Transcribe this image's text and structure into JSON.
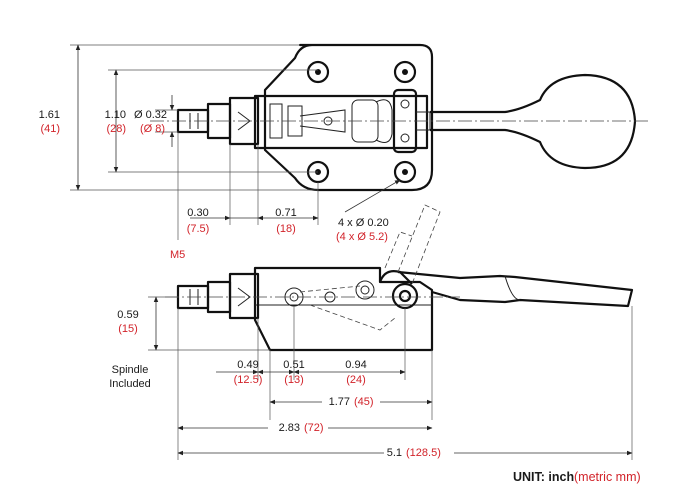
{
  "dimensions": {
    "d161": {
      "in": "1.61",
      "mm": "(41)"
    },
    "d110": {
      "in": "1.10",
      "mm": "(28)"
    },
    "d032": {
      "in": "Ø 0.32",
      "mm": "(Ø 8)"
    },
    "m5": "M5",
    "d030": {
      "in": "0.30",
      "mm": "(7.5)"
    },
    "d071": {
      "in": "0.71",
      "mm": "(18)"
    },
    "holes": {
      "in": "4 x Ø 0.20",
      "mm": "(4 x Ø 5.2)"
    },
    "d059": {
      "in": "0.59",
      "mm": "(15)"
    },
    "d049": {
      "in": "0.49",
      "mm": "(12.5)"
    },
    "d051": {
      "in": "0.51",
      "mm": "(13)"
    },
    "d094": {
      "in": "0.94",
      "mm": "(24)"
    },
    "d177": {
      "in": "1.77",
      "mm": "(45)"
    },
    "d283": {
      "in": "2.83",
      "mm": "(72)"
    },
    "d51": {
      "in": "5.1",
      "mm": "(128.5)"
    }
  },
  "spindle_note": {
    "line1": "Spindle",
    "line2": "Included"
  },
  "unit_note": {
    "label": "UNIT: inch",
    "metric": "(metric mm)"
  },
  "colors": {
    "metric": "#d2232a",
    "line": "#111111"
  }
}
